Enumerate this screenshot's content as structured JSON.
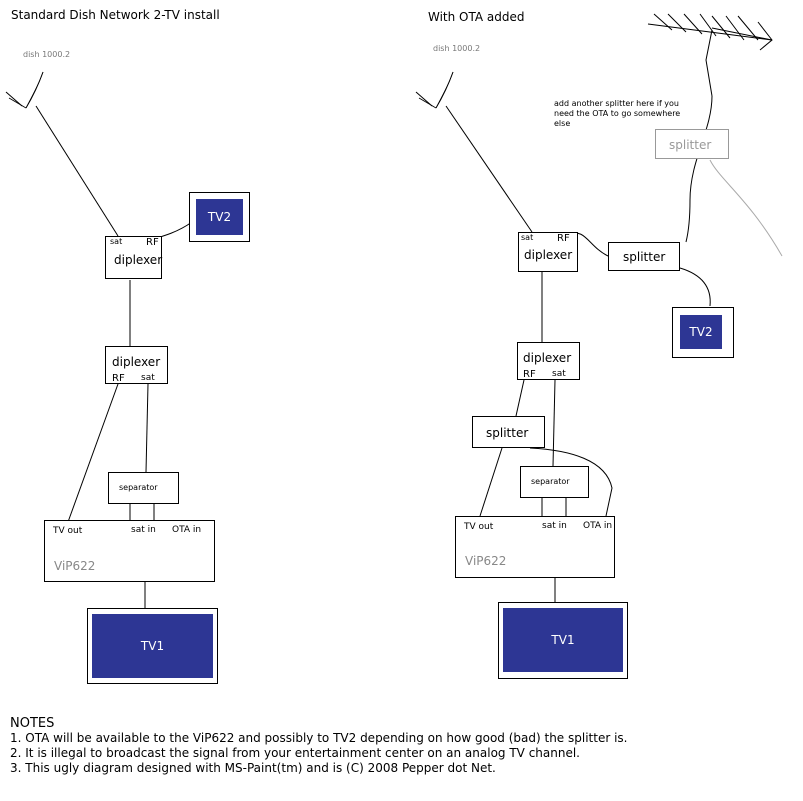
{
  "left": {
    "title": "Standard Dish Network 2-TV install",
    "dish_label": "dish 1000.2",
    "tv2": "TV2",
    "diplexer_top": {
      "sat": "sat",
      "rf": "RF",
      "name": "diplexer"
    },
    "diplexer_bottom": {
      "name": "diplexer",
      "rf": "RF",
      "sat": "sat"
    },
    "separator": "separator",
    "receiver": {
      "tv_out": "TV out",
      "sat_in": "sat in",
      "ota_in": "OTA in",
      "model": "ViP622"
    },
    "tv1": "TV1"
  },
  "right": {
    "title": "With OTA added",
    "dish_label": "dish 1000.2",
    "note": "add another splitter here if you need the OTA to go somewhere else",
    "splitter_optional": "splitter",
    "diplexer_top": {
      "sat": "sat",
      "rf": "RF",
      "name": "diplexer"
    },
    "splitter_top": "splitter",
    "tv2": "TV2",
    "diplexer_bottom": {
      "name": "diplexer",
      "rf": "RF",
      "sat": "sat"
    },
    "splitter_bottom": "splitter",
    "separator": "separator",
    "receiver": {
      "tv_out": "TV out",
      "sat_in": "sat in",
      "ota_in": "OTA in",
      "model": "ViP622"
    },
    "tv1": "TV1"
  },
  "notes": {
    "heading": "NOTES",
    "items": [
      "1. OTA will be available to the ViP622 and possibly to TV2 depending on how good (bad) the splitter is.",
      "2. It is illegal to broadcast the signal from your entertainment center on an analog TV channel.",
      "3. This ugly diagram designed with MS-Paint(tm) and is (C) 2008 Pepper dot Net."
    ]
  },
  "colors": {
    "tv_fill": "#2d3694",
    "optional_gray": "#999999"
  }
}
